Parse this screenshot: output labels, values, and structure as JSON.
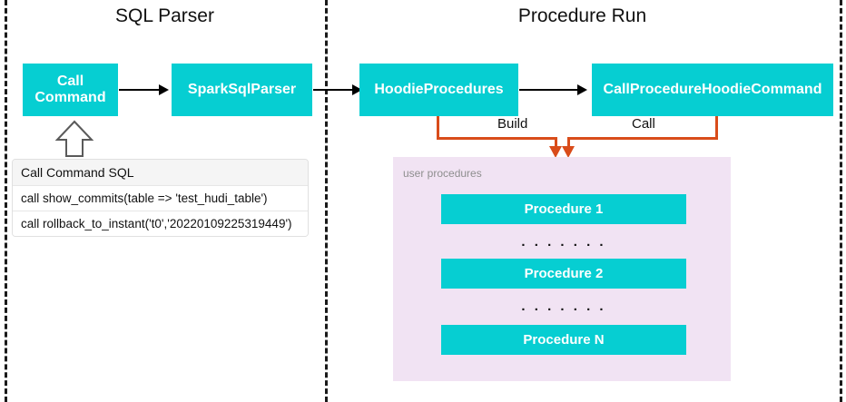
{
  "diagram": {
    "sections": [
      {
        "title": "SQL Parser"
      },
      {
        "title": "Procedure Run"
      }
    ],
    "nodes": {
      "call_command": "Call Command",
      "spark_sql_parser": "SparkSqlParser",
      "hoodie_procedures": "HoodieProcedures",
      "call_procedure_hoodie_command": "CallProcedureHoodieCommand"
    },
    "connectors": {
      "build": "Build",
      "call": "Call"
    },
    "sql_table": {
      "header": "Call Command SQL",
      "rows": [
        "call show_commits(table => 'test_hudi_table')",
        "call rollback_to_instant('t0','20220109225319449')"
      ]
    },
    "procedures_panel": {
      "label": "user procedures",
      "items": [
        "Procedure 1",
        "Procedure 2",
        "Procedure N"
      ],
      "separators": [
        ". . . . . . .",
        ". . . . . . ."
      ]
    },
    "colors": {
      "node_fill": "#06ced2",
      "node_text": "#ffffff",
      "panel_fill": "#f1e3f3",
      "connector_orange": "#d94c1a",
      "arrow_black": "#000000",
      "divider": "#1a1a1a"
    }
  }
}
